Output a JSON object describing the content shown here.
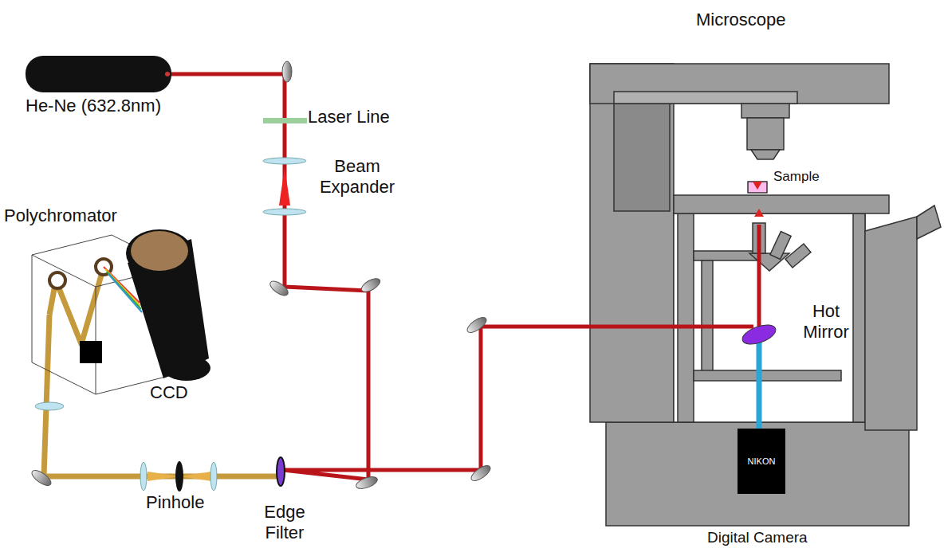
{
  "diagram": {
    "nodes": [
      {
        "text": [
          "NIKON"
        ]
      }
    ],
    "labels": [
      "Microscope",
      "He-Ne (632.8nm)",
      "Laser Line",
      "Beam Expander",
      "Polychromator",
      "CCD",
      "Sample",
      "Hot Mirror",
      "Pinhole",
      "Edge Filter",
      "Digital Camera"
    ]
  }
}
